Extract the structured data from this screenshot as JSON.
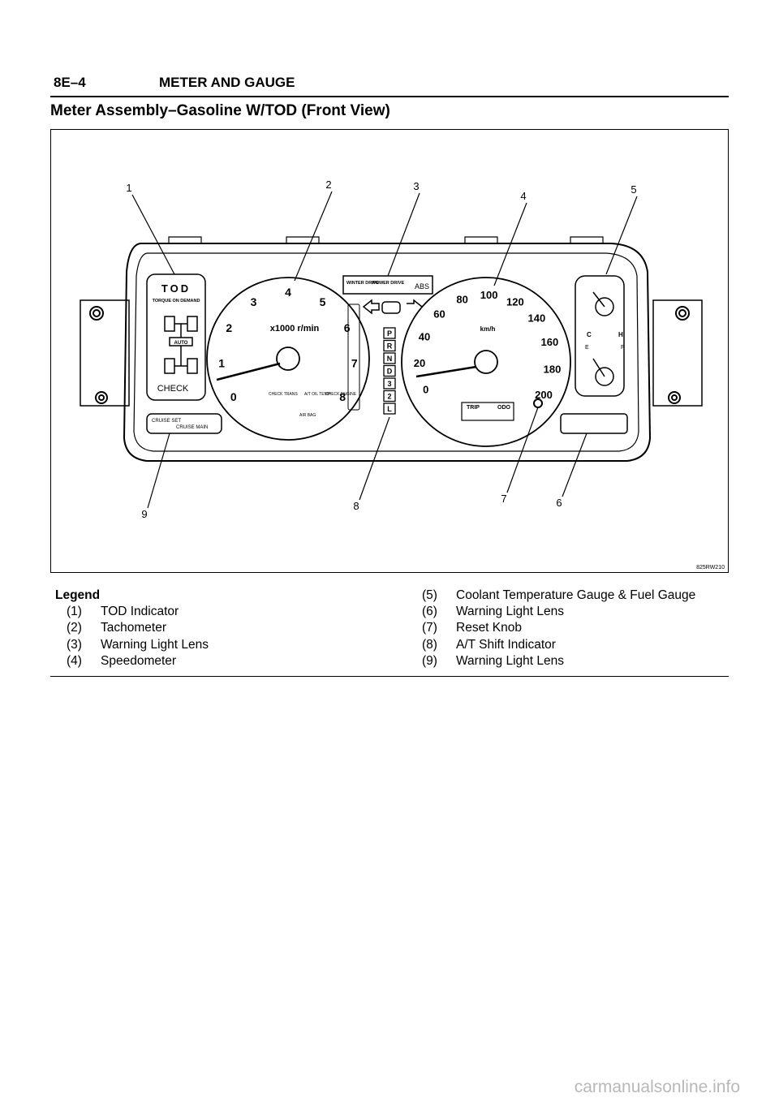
{
  "header": {
    "section": "8E–4",
    "title": "METER AND GAUGE"
  },
  "heading": "Meter Assembly–Gasoline W/TOD (Front View)",
  "figure": {
    "code": "825RW210",
    "callouts": [
      "1",
      "2",
      "3",
      "4",
      "5",
      "6",
      "7",
      "8",
      "9"
    ],
    "tod_panel": {
      "title": "TOD",
      "subtitle": "TORQUE ON DEMAND",
      "auto_label": "AUTO",
      "check_label": "CHECK"
    },
    "tachometer": {
      "ticks": [
        "0",
        "1",
        "2",
        "3",
        "4",
        "5",
        "6",
        "7",
        "8"
      ],
      "unit": "x1000 r/min",
      "indicators": [
        "CHECK TRANS",
        "A/T OIL TEMP",
        "CHECK ENGINE",
        "AIR BAG"
      ]
    },
    "warning_lens_top": {
      "winter": "WINTER DRIVE",
      "power": "POWER DRIVE",
      "abs": "ABS"
    },
    "shift_positions": [
      "P",
      "R",
      "N",
      "D",
      "3",
      "2",
      "L"
    ],
    "speedometer": {
      "ticks": [
        "0",
        "20",
        "40",
        "60",
        "80",
        "100",
        "120",
        "140",
        "160",
        "180",
        "200"
      ],
      "unit": "km/h",
      "trip": "TRIP",
      "odo": "ODO"
    },
    "coolant_gauge": {
      "cold": "C",
      "hot": "H"
    },
    "fuel_gauge": {
      "empty": "E",
      "full": "F"
    },
    "cruise_lens": {
      "cruise_set": "CRUISE SET",
      "cruise_main": "CRUISE MAIN"
    }
  },
  "legend": {
    "title": "Legend",
    "left": [
      {
        "num": "(1)",
        "text": "TOD Indicator"
      },
      {
        "num": "(2)",
        "text": "Tachometer"
      },
      {
        "num": "(3)",
        "text": "Warning Light Lens"
      },
      {
        "num": "(4)",
        "text": "Speedometer"
      }
    ],
    "right": [
      {
        "num": "(5)",
        "text": "Coolant Temperature Gauge & Fuel Gauge"
      },
      {
        "num": "(6)",
        "text": "Warning Light Lens"
      },
      {
        "num": "(7)",
        "text": "Reset Knob"
      },
      {
        "num": "(8)",
        "text": "A/T Shift Indicator"
      },
      {
        "num": "(9)",
        "text": "Warning Light Lens"
      }
    ]
  },
  "footer": "carmanualsonline.info"
}
